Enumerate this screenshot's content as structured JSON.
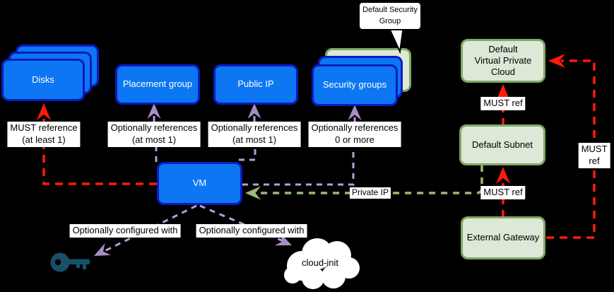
{
  "nodes": {
    "disks": {
      "label": "Disks"
    },
    "placement_group": {
      "label": "Placement group"
    },
    "public_ip": {
      "label": "Public IP"
    },
    "security_groups": {
      "label": "Security groups"
    },
    "vm": {
      "label": "VM"
    },
    "default_vpc": {
      "label": "Default\nVirtual Private Cloud"
    },
    "default_subnet": {
      "label": "Default Subnet"
    },
    "external_gateway": {
      "label": "External Gateway"
    },
    "cloud_init": {
      "label": "cloud-init"
    }
  },
  "callout": {
    "text": "Default Security\nGroup"
  },
  "edge_labels": {
    "vm_to_disks": "MUST reference\n(at least 1)",
    "vm_to_placement_group": "Optionally references\n(at most 1)",
    "vm_to_public_ip": "Optionally references\n(at most 1)",
    "vm_to_security_groups": "Optionally references\n0 or more",
    "subnet_to_vpc": "MUST ref",
    "gateway_to_subnet": "MUST ref",
    "gateway_to_vpc": "MUST ref",
    "private_ip": "Private IP",
    "vm_to_ssh_key": "Optionally configured with",
    "vm_to_cloud_init": "Optionally configured with"
  },
  "icons": {
    "ssh_key": "key-icon",
    "cloud_init": "cloud-shape"
  },
  "colors": {
    "background": "#000000",
    "node_blue_fill": "#0d76f3",
    "node_blue_border": "#0a1cc0",
    "node_green_fill": "#dbe9d6",
    "node_green_border": "#80a862",
    "edge_red": "#ff1a0a",
    "edge_purple": "#b2a0d4",
    "arrow_purple": "#a78dc4",
    "edge_green": "#9bb978",
    "key_color": "#175067",
    "label_bg": "#ffffff",
    "label_text": "#000000"
  }
}
